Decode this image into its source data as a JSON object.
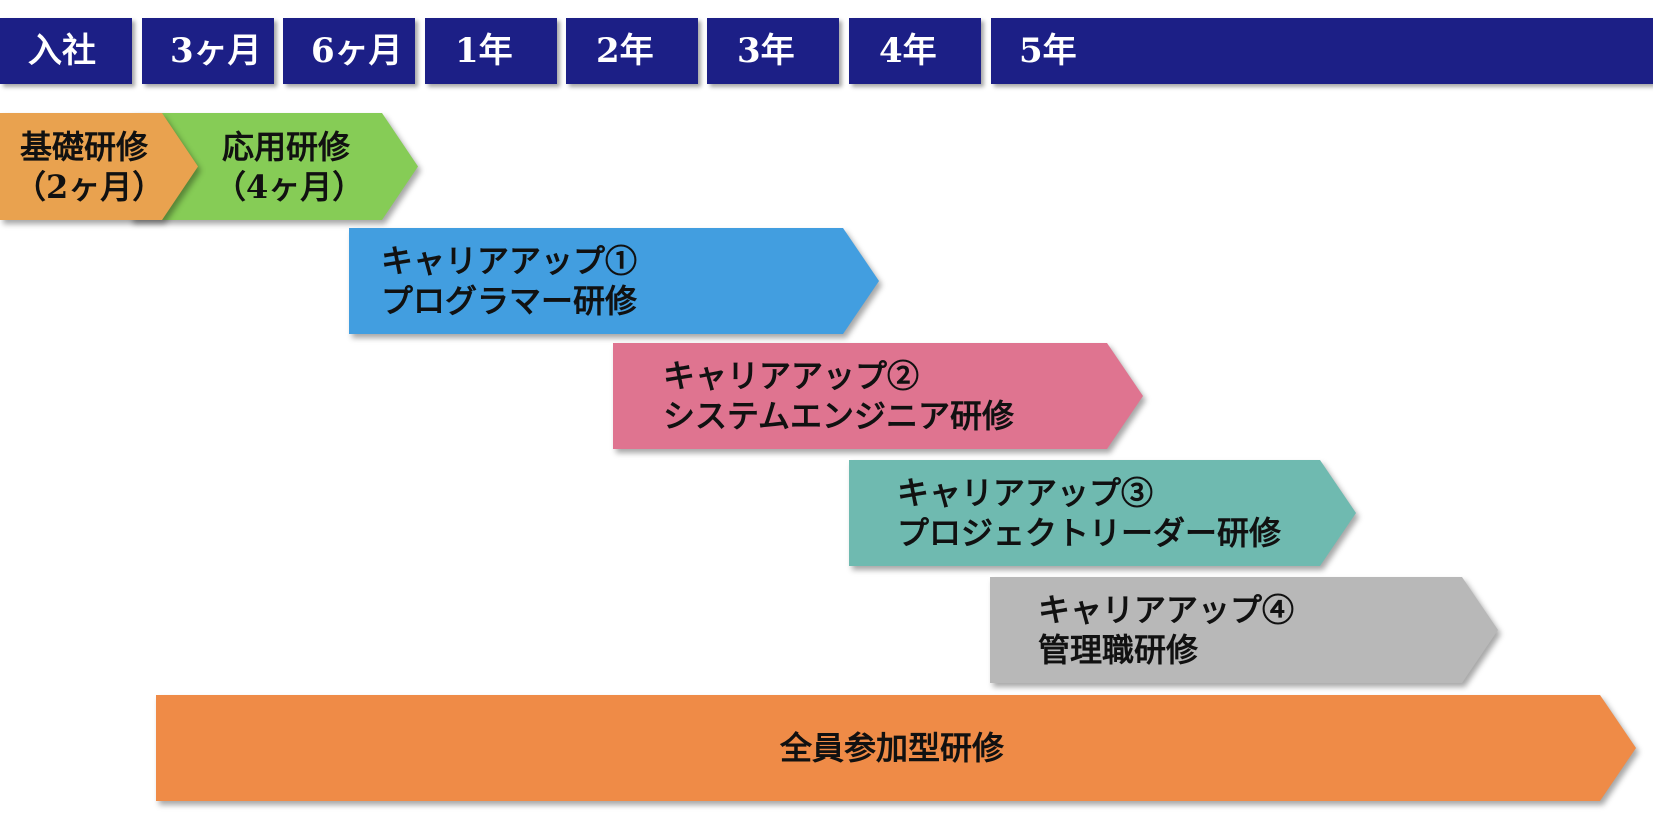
{
  "timeline": {
    "items": [
      {
        "label": "入社"
      },
      {
        "label": "3ヶ月"
      },
      {
        "label": "6ヶ月"
      },
      {
        "label": "1年"
      },
      {
        "label": "2年"
      },
      {
        "label": "3年"
      },
      {
        "label": "4年"
      },
      {
        "label": "5年"
      }
    ]
  },
  "trainings": {
    "basic": {
      "line1": "基礎研修",
      "line2": "（2ヶ月）",
      "color": "#e9a24f"
    },
    "applied": {
      "line1": "応用研修",
      "line2": "（4ヶ月）",
      "color": "#86cc56"
    },
    "career1": {
      "line1": "キャリアアップ①",
      "line2": "プログラマー研修",
      "color": "#429ee0"
    },
    "career2": {
      "line1": "キャリアアップ②",
      "line2": "システムエンジニア研修",
      "color": "#df7490"
    },
    "career3": {
      "line1": "キャリアアップ③",
      "line2": "プロジェクトリーダー研修",
      "color": "#6fbab0"
    },
    "career4": {
      "line1": "キャリアアップ④",
      "line2": "管理職研修",
      "color": "#b8b8b8"
    },
    "all": {
      "line1": "全員参加型研修",
      "color": "#ef8b47"
    }
  }
}
